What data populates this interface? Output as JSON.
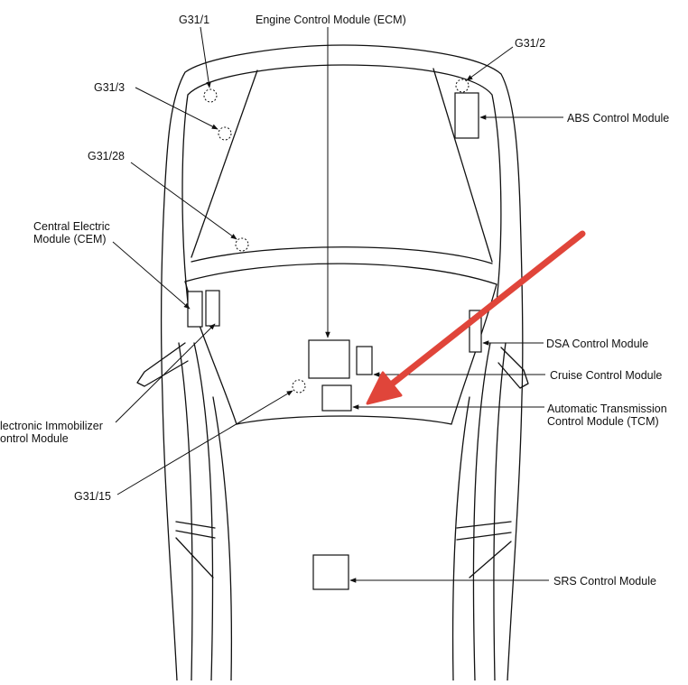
{
  "colors": {
    "line": "#111111",
    "background": "#ffffff",
    "arrow": "#e0453a"
  },
  "labels": {
    "ecm": "Engine Control Module (ECM)",
    "g31_1": "G31/1",
    "g31_2": "G31/2",
    "g31_3": "G31/3",
    "g31_28": "G31/28",
    "g31_15": "G31/15",
    "cem_line1": "Central Electric",
    "cem_line2": "Module (CEM)",
    "abs": "ABS Control Module",
    "dsa": "DSA Control Module",
    "cruise": "Cruise Control Module",
    "tcm_line1": "Automatic Transmission",
    "tcm_line2": "Control Module (TCM)",
    "immo_line1": "lectronic Immobilizer",
    "immo_line2": "ontrol Module",
    "srs": "SRS Control Module"
  }
}
